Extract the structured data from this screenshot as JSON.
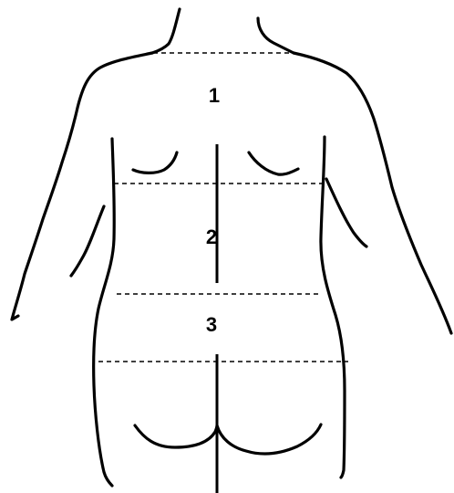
{
  "zones": [
    {
      "label": "1"
    },
    {
      "label": "2"
    },
    {
      "label": "3"
    }
  ],
  "colors": {
    "line": "#000000",
    "background": "#ffffff"
  }
}
